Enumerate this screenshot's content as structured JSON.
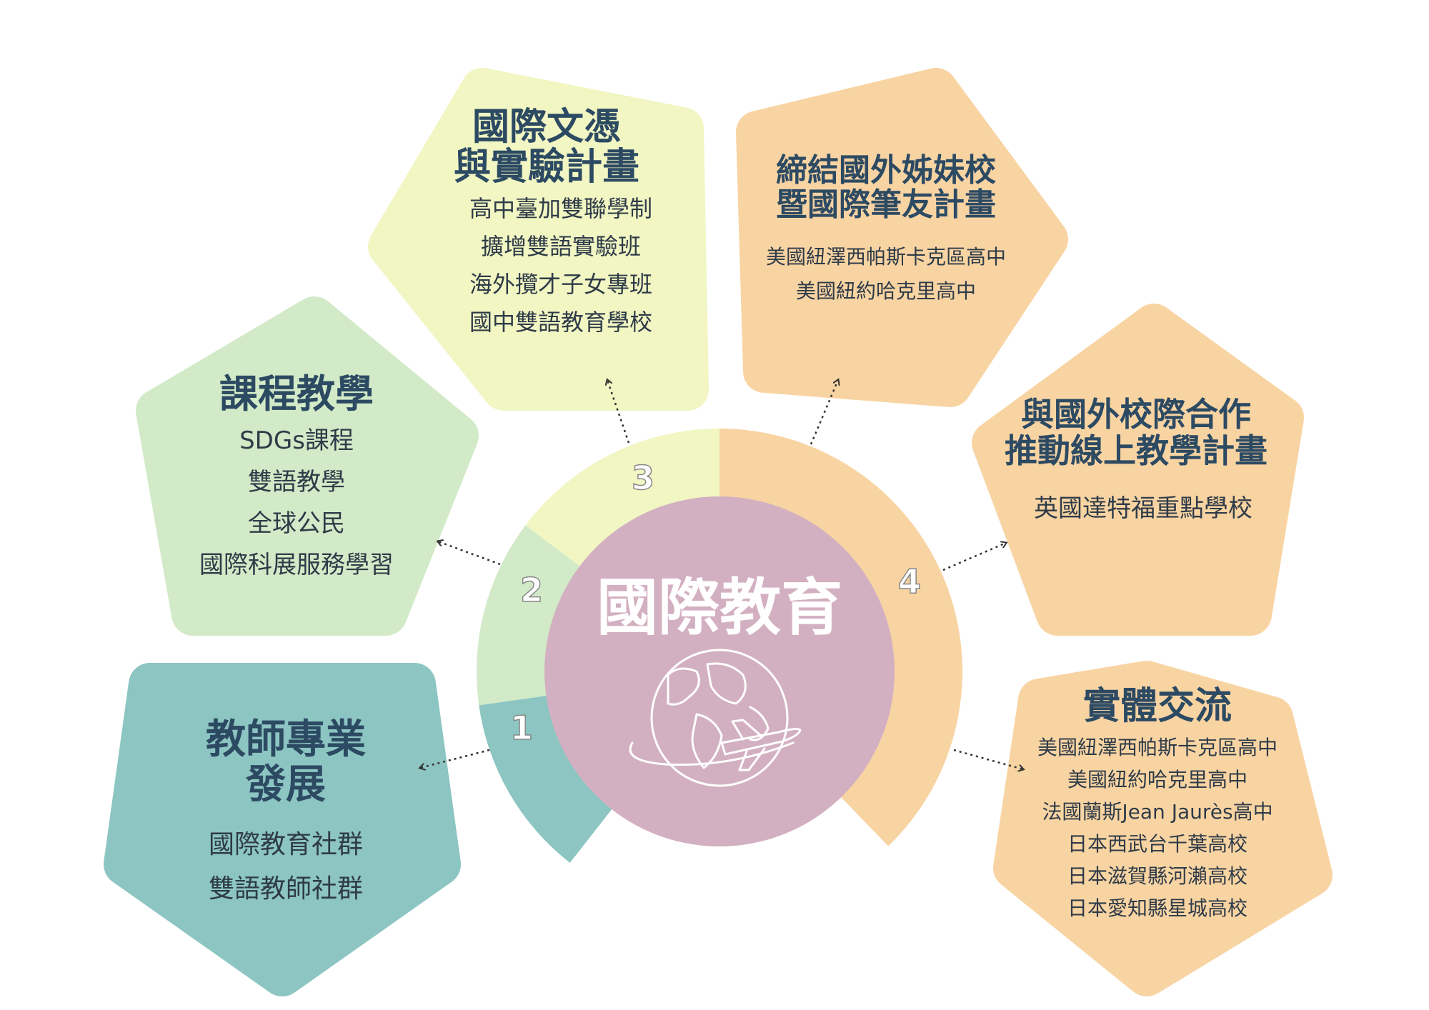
{
  "center": {
    "title": "國際教育",
    "icon": "globe-airplane-icon"
  },
  "colors": {
    "teal": "#8cc5c2",
    "green": "#d2eac7",
    "yellow": "#f1f6c3",
    "orange": "#f8d4a3",
    "center": "#d3b0c1",
    "title_text": "#2d4a63",
    "body_text": "#2f3b48"
  },
  "segments": [
    {
      "number": "1"
    },
    {
      "number": "2"
    },
    {
      "number": "3"
    },
    {
      "number": "4"
    }
  ],
  "boxes": {
    "teacher": {
      "title": [
        "教師專業",
        "發展"
      ],
      "items": [
        "國際教育社群",
        "雙語教師社群"
      ]
    },
    "curriculum": {
      "title": [
        "課程教學"
      ],
      "items": [
        "SDGs課程",
        "雙語教學",
        "全球公民",
        "國際科展服務學習"
      ]
    },
    "diploma": {
      "title": [
        "國際文憑",
        "與實驗計畫"
      ],
      "items": [
        "高中臺加雙聯學制",
        "擴增雙語實驗班",
        "海外攬才子女專班",
        "國中雙語教育學校"
      ]
    },
    "sister": {
      "title": [
        "締結國外姊妹校",
        "暨國際筆友計畫"
      ],
      "items": [
        "美國紐澤西帕斯卡克區高中",
        "美國紐約哈克里高中"
      ]
    },
    "online": {
      "title": [
        "與國外校際合作",
        "推動線上教學計畫"
      ],
      "items": [
        "英國達特福重點學校"
      ]
    },
    "exchange": {
      "title": [
        "實體交流"
      ],
      "items": [
        "美國紐澤西帕斯卡克區高中",
        "美國紐約哈克里高中",
        "法國蘭斯Jean Jaurès高中",
        "日本西武台千葉高校",
        "日本滋賀縣河瀨高校",
        "日本愛知縣星城高校"
      ]
    }
  }
}
